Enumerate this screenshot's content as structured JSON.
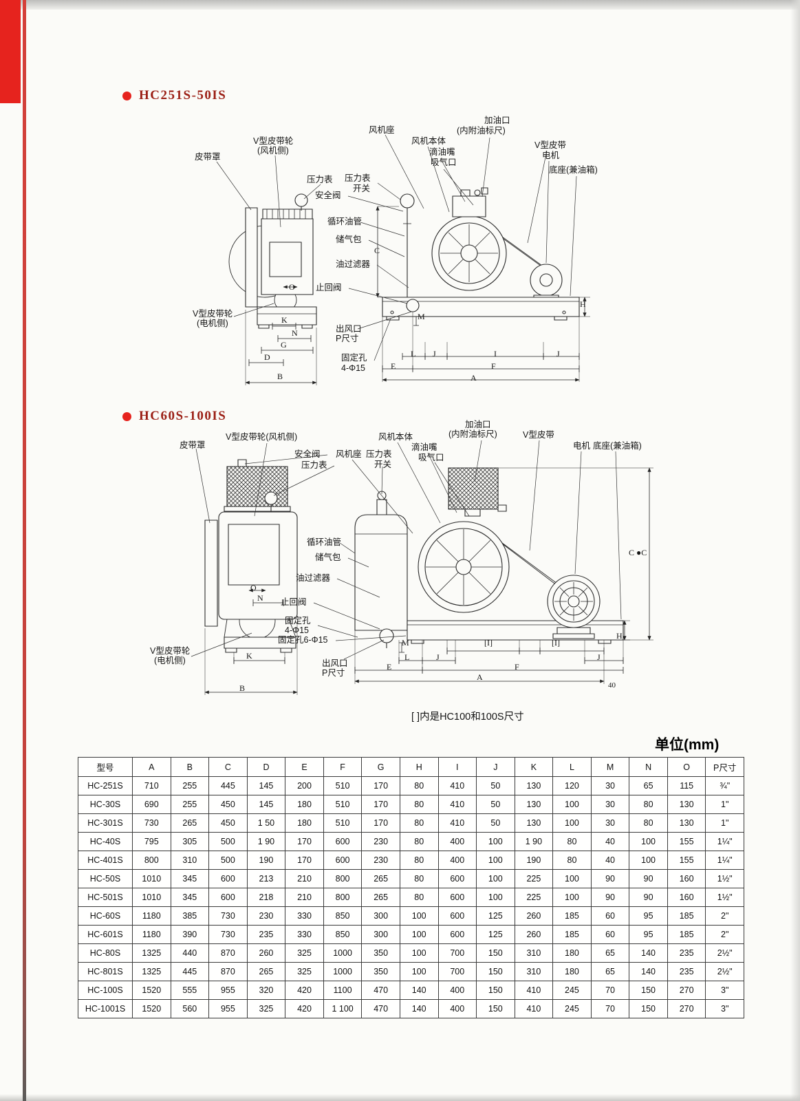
{
  "page": {
    "section1_title": "HC251S-50IS",
    "section2_title": "HC60S-100IS",
    "units_label": "单位(mm)",
    "bracket_note": "[ ]内是HC100和100S尺寸",
    "corner_number": "40"
  },
  "labels": {
    "belt_cover": "皮带罩",
    "v_pulley_fan_line1": "V型皮带轮",
    "v_pulley_fan_line2": "(风机侧)",
    "v_pulley_fan_inline": "V型皮带轮(风机侧)",
    "v_pulley_motor_line1": "V型皮带轮",
    "v_pulley_motor_line2": "(电机侧)",
    "pressure_gauge": "压力表",
    "gauge_switch_line1": "压力表",
    "gauge_switch_line2": "开关",
    "safety_valve": "安全阀",
    "fan_seat": "风机座",
    "fan_body": "风机本体",
    "oil_dripper": "滴油嘴",
    "suction_port": "吸气口",
    "oil_filler_line1": "加油口",
    "oil_filler_line2": "(内附油标尺)",
    "v_belt": "V型皮带",
    "motor": "电机",
    "base_oil_tank": "底座(兼油箱)",
    "circulating_oil_pipe": "循环油管",
    "air_receiver": "储气包",
    "oil_filter": "油过滤器",
    "check_valve": "止回阀",
    "outlet_line1": "出风口",
    "outlet_line2": "P尺寸",
    "fixing_hole_line1": "固定孔",
    "fixing_hole_line2": "4-Φ15",
    "fixing_hole_6": "固定孔6-Φ15"
  },
  "letters": {
    "A": "A",
    "B": "B",
    "C": "C",
    "D": "D",
    "E": "E",
    "F": "F",
    "G": "G",
    "H": "H",
    "I": "I",
    "J": "J",
    "K": "K",
    "L": "L",
    "M": "M",
    "N": "N",
    "O": "O",
    "C_pair": "C ●C",
    "I_bracket": "[I]"
  },
  "table": {
    "headers": [
      "型号",
      "A",
      "B",
      "C",
      "D",
      "E",
      "F",
      "G",
      "H",
      "I",
      "J",
      "K",
      "L",
      "M",
      "N",
      "O",
      "P尺寸"
    ],
    "rows": [
      [
        "HC-251S",
        "710",
        "255",
        "445",
        "145",
        "200",
        "510",
        "170",
        "80",
        "410",
        "50",
        "130",
        "120",
        "30",
        "65",
        "115",
        "¾\""
      ],
      [
        "HC-30S",
        "690",
        "255",
        "450",
        "145",
        "180",
        "510",
        "170",
        "80",
        "410",
        "50",
        "130",
        "100",
        "30",
        "80",
        "130",
        "1\""
      ],
      [
        "HC-301S",
        "730",
        "265",
        "450",
        "1 50",
        "180",
        "510",
        "170",
        "80",
        "410",
        "50",
        "130",
        "100",
        "30",
        "80",
        "130",
        "1\""
      ],
      [
        "HC-40S",
        "795",
        "305",
        "500",
        "1 90",
        "170",
        "600",
        "230",
        "80",
        "400",
        "100",
        "1 90",
        "80",
        "40",
        "100",
        "155",
        "1¼\""
      ],
      [
        "HC-401S",
        "800",
        "310",
        "500",
        "190",
        "170",
        "600",
        "230",
        "80",
        "400",
        "100",
        "190",
        "80",
        "40",
        "100",
        "155",
        "1¼\""
      ],
      [
        "HC-50S",
        "1010",
        "345",
        "600",
        "213",
        "210",
        "800",
        "265",
        "80",
        "600",
        "100",
        "225",
        "100",
        "90",
        "90",
        "160",
        "1½\""
      ],
      [
        "HC-501S",
        "1010",
        "345",
        "600",
        "218",
        "210",
        "800",
        "265",
        "80",
        "600",
        "100",
        "225",
        "100",
        "90",
        "90",
        "160",
        "1½\""
      ],
      [
        "HC-60S",
        "1180",
        "385",
        "730",
        "230",
        "330",
        "850",
        "300",
        "100",
        "600",
        "125",
        "260",
        "185",
        "60",
        "95",
        "185",
        "2\""
      ],
      [
        "HC-601S",
        "1180",
        "390",
        "730",
        "235",
        "330",
        "850",
        "300",
        "100",
        "600",
        "125",
        "260",
        "185",
        "60",
        "95",
        "185",
        "2\""
      ],
      [
        "HC-80S",
        "1325",
        "440",
        "870",
        "260",
        "325",
        "1000",
        "350",
        "100",
        "700",
        "150",
        "310",
        "180",
        "65",
        "140",
        "235",
        "2½\""
      ],
      [
        "HC-801S",
        "1325",
        "445",
        "870",
        "265",
        "325",
        "1000",
        "350",
        "100",
        "700",
        "150",
        "310",
        "180",
        "65",
        "140",
        "235",
        "2½\""
      ],
      [
        "HC-100S",
        "1520",
        "555",
        "955",
        "320",
        "420",
        "1100",
        "470",
        "140",
        "400",
        "150",
        "410",
        "245",
        "70",
        "150",
        "270",
        "3\""
      ],
      [
        "HC-1001S",
        "1520",
        "560",
        "955",
        "325",
        "420",
        "1 100",
        "470",
        "140",
        "400",
        "150",
        "410",
        "245",
        "70",
        "150",
        "270",
        "3\""
      ]
    ]
  }
}
